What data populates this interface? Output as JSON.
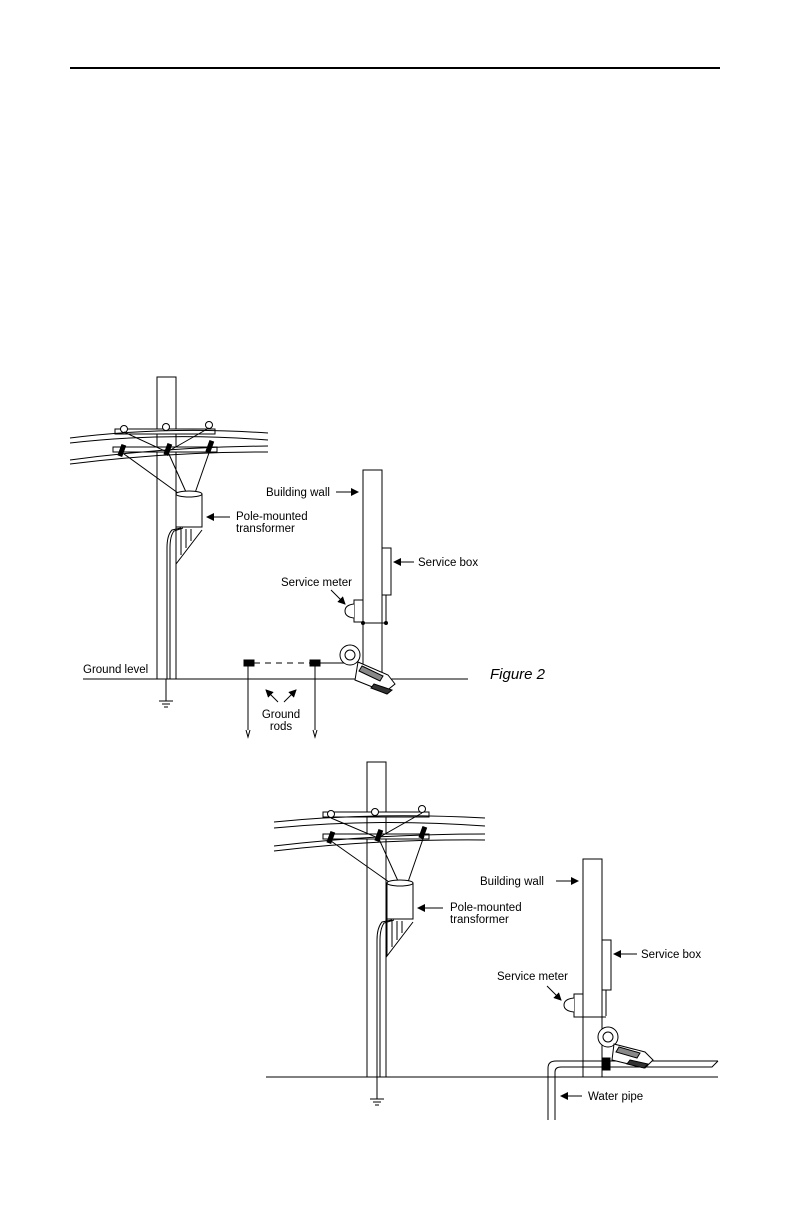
{
  "figure_caption": "Figure 2",
  "diagram_top": {
    "building_wall": "Building wall",
    "transformer_line1": "Pole-mounted",
    "transformer_line2": "transformer",
    "service_box": "Service box",
    "service_meter": "Service meter",
    "ground_level": "Ground level",
    "ground_rods_line1": "Ground",
    "ground_rods_line2": "rods"
  },
  "diagram_bottom": {
    "building_wall": "Building wall",
    "transformer_line1": "Pole-mounted",
    "transformer_line2": "transformer",
    "service_box": "Service box",
    "service_meter": "Service meter",
    "water_pipe": "Water pipe"
  }
}
